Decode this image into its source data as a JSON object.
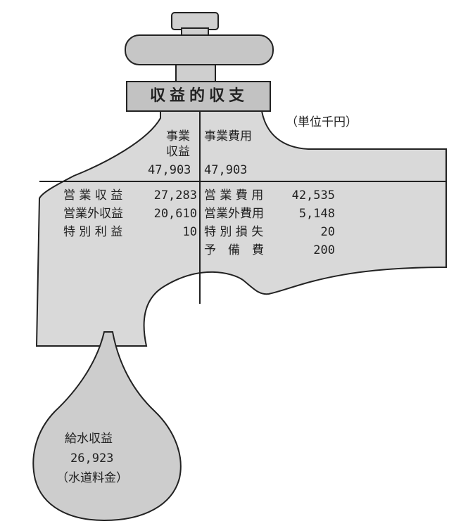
{
  "title": "収益的収支",
  "unit": "（単位千円）",
  "revenue": {
    "header_line1": "事業",
    "header_line2": "収益",
    "total": "47,903",
    "items": [
      {
        "label": "営 業 収 益",
        "value": "27,283"
      },
      {
        "label": "営業外収益",
        "value": "20,610"
      },
      {
        "label": "特 別 利 益",
        "value": "10"
      }
    ]
  },
  "expense": {
    "header": "事業費用",
    "total": "47,903",
    "items": [
      {
        "label": "営 業 費 用",
        "value": "42,535"
      },
      {
        "label": "営業外費用",
        "value": "5,148"
      },
      {
        "label": "特 別 損 失",
        "value": "20"
      },
      {
        "label": "予　備　費",
        "value": "200"
      }
    ]
  },
  "drop": {
    "label": "給水収益",
    "value": "26,923",
    "note": "（水道料金）"
  },
  "colors": {
    "tap_fill": "#c9c9c9",
    "body_fill": "#d9d9d9",
    "stroke": "#222222"
  }
}
